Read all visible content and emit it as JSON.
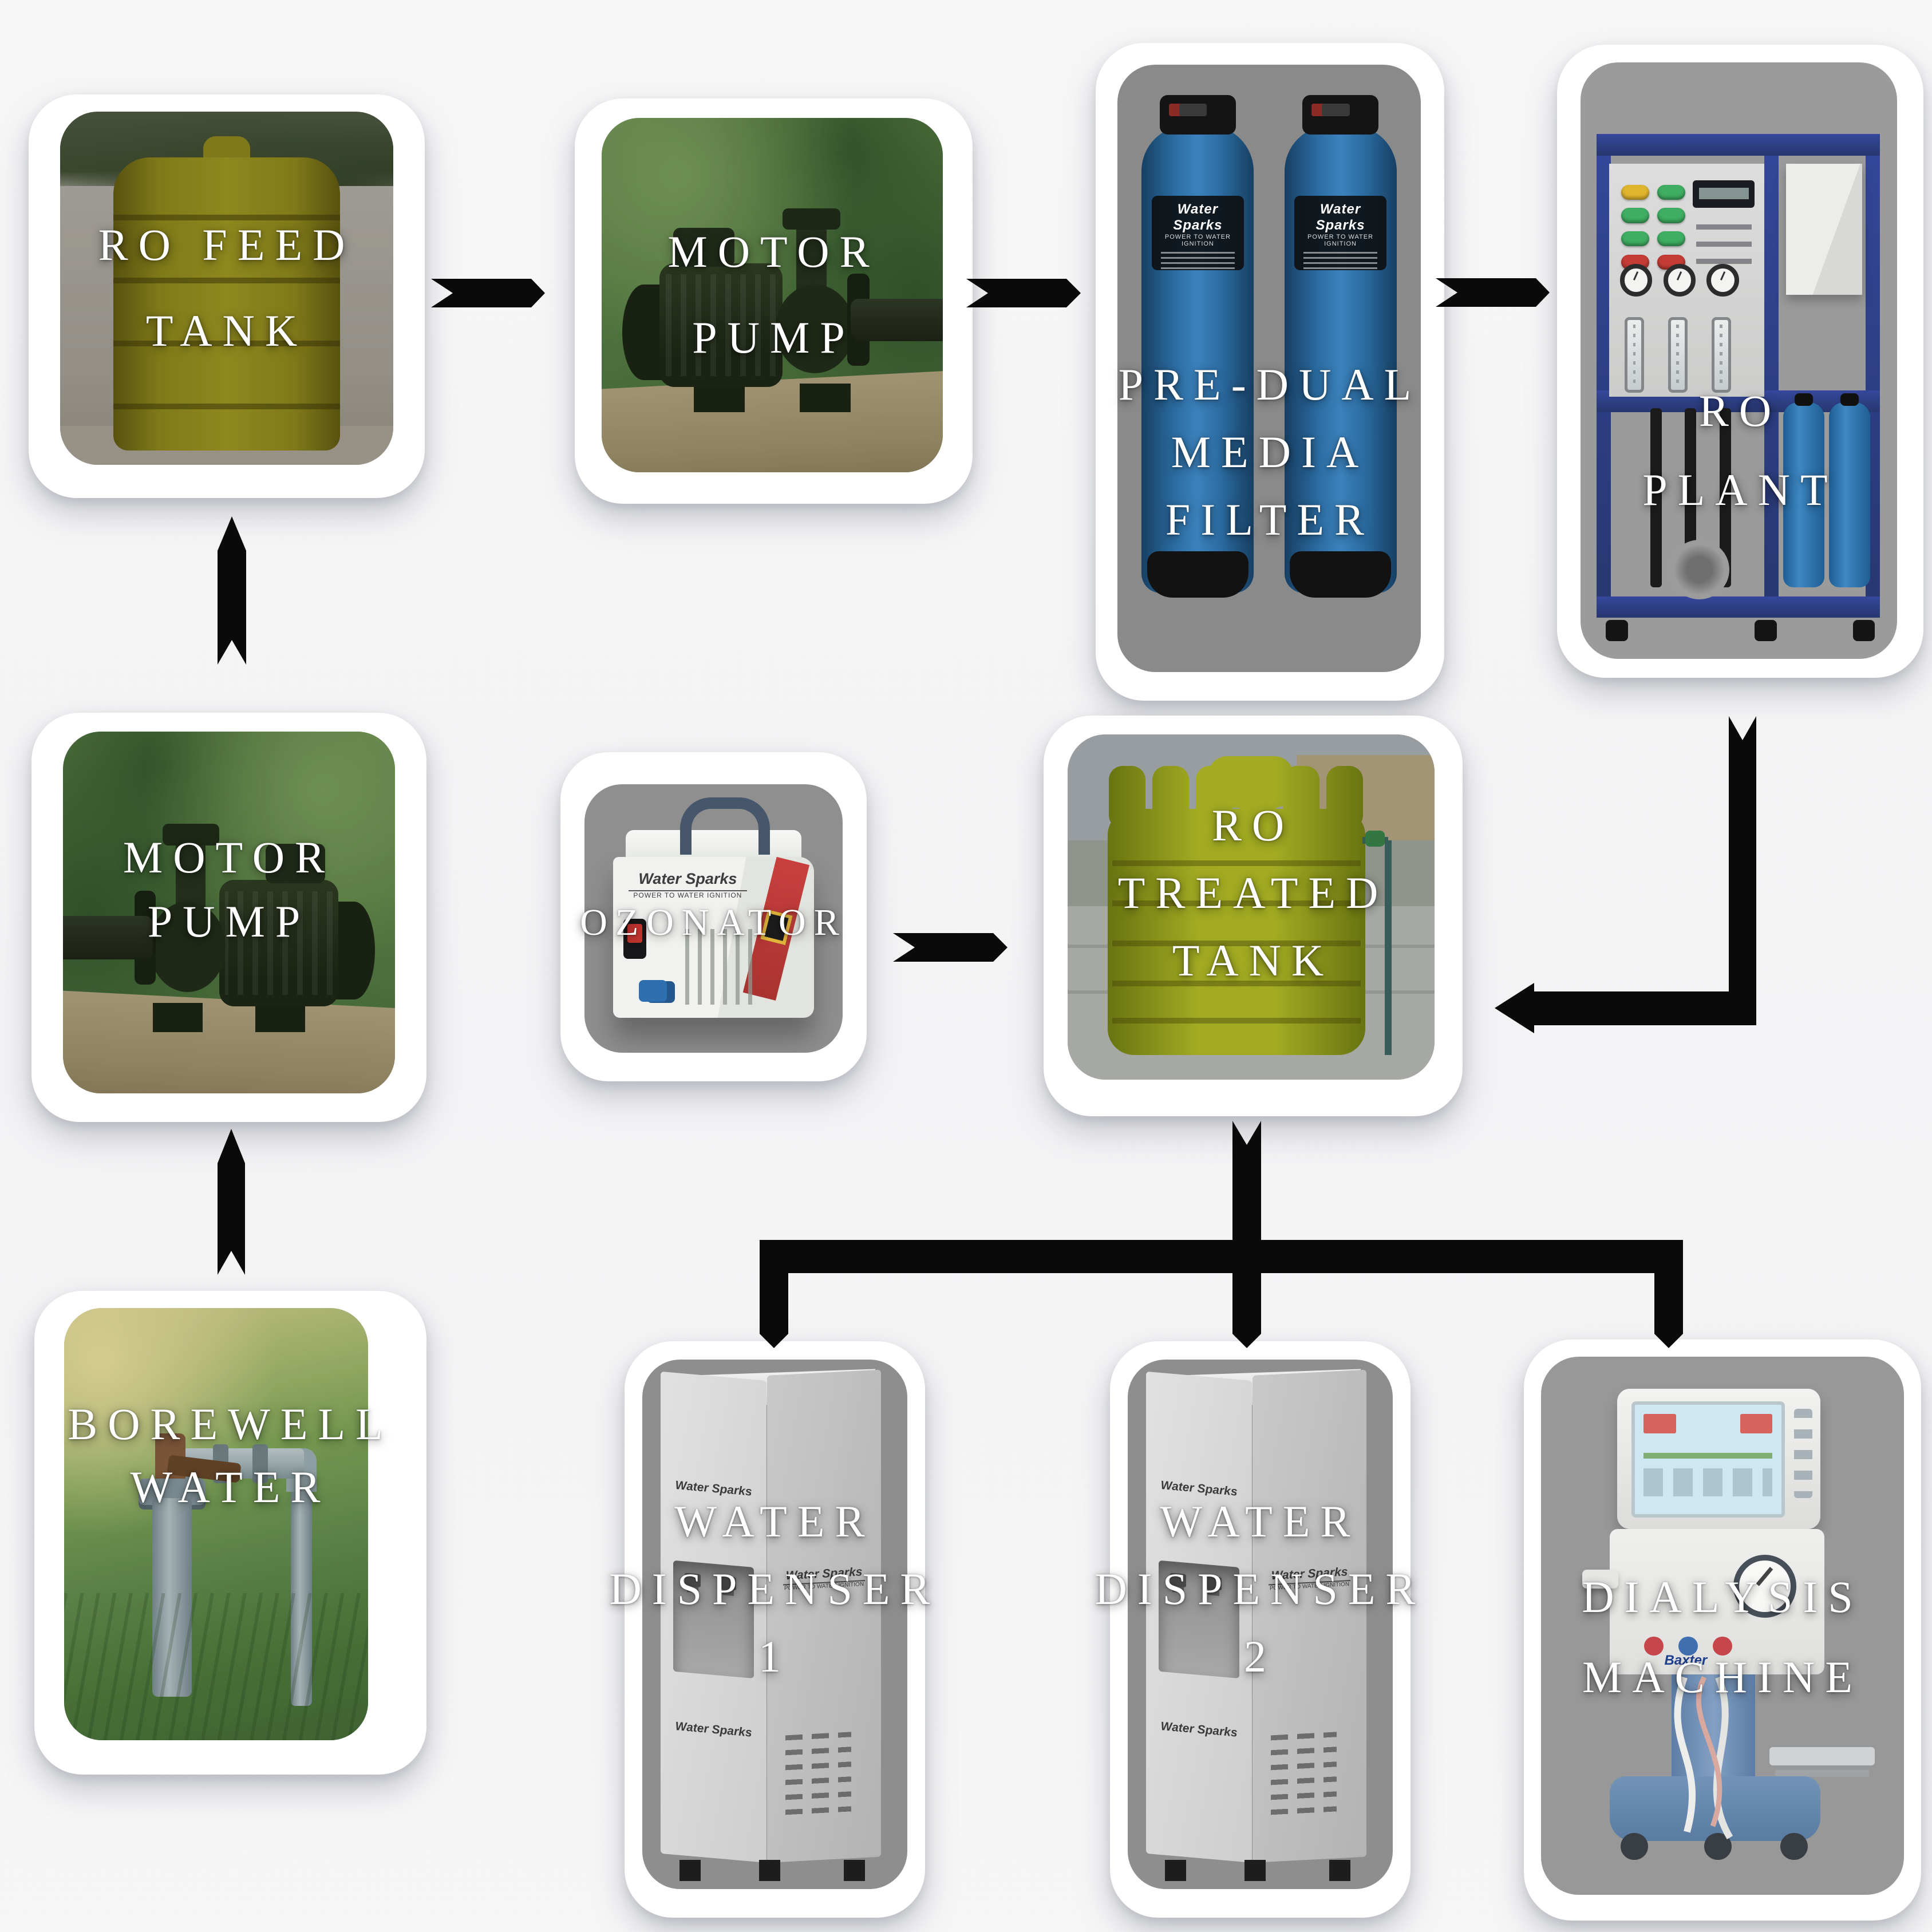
{
  "diagram": {
    "background_color": "#f6f6f7",
    "arrow_color": "#0a0a0a",
    "label_color": "#ffffff",
    "brand": {
      "name": "Water Sparks",
      "tagline": "POWER TO WATER IGNITION"
    },
    "dialysis_brand": "Baxter",
    "nodes": [
      {
        "id": "ro-feed-tank",
        "lines": [
          "RO FEED",
          "TANK"
        ]
      },
      {
        "id": "motor-pump-1",
        "lines": [
          "MOTOR",
          "PUMP"
        ]
      },
      {
        "id": "pre-dual-media-filter",
        "lines": [
          "PRE-DUAL",
          "MEDIA",
          "FILTER"
        ]
      },
      {
        "id": "ro-plant",
        "lines": [
          "RO",
          "PLANT"
        ]
      },
      {
        "id": "motor-pump-2",
        "lines": [
          "MOTOR",
          "PUMP"
        ]
      },
      {
        "id": "ozonator",
        "lines": [
          "OZONATOR"
        ]
      },
      {
        "id": "ro-treated-tank",
        "lines": [
          "RO",
          "TREATED",
          "TANK"
        ]
      },
      {
        "id": "borewell-water",
        "lines": [
          "BOREWELL",
          "WATER"
        ]
      },
      {
        "id": "water-dispenser-1",
        "lines": [
          "WATER",
          "DISPENSER",
          "1"
        ]
      },
      {
        "id": "water-dispenser-2",
        "lines": [
          "WATER",
          "DISPENSER",
          "2"
        ]
      },
      {
        "id": "dialysis-machine",
        "lines": [
          "DIALYSIS",
          "MACHINE"
        ]
      }
    ],
    "edges": [
      {
        "from": "borewell-water",
        "to": "motor-pump-2"
      },
      {
        "from": "motor-pump-2",
        "to": "ro-feed-tank"
      },
      {
        "from": "ro-feed-tank",
        "to": "motor-pump-1"
      },
      {
        "from": "motor-pump-1",
        "to": "pre-dual-media-filter"
      },
      {
        "from": "pre-dual-media-filter",
        "to": "ro-plant"
      },
      {
        "from": "ro-plant",
        "to": "ro-treated-tank"
      },
      {
        "from": "ozonator",
        "to": "ro-treated-tank"
      },
      {
        "from": "ro-treated-tank",
        "to": "water-dispenser-1"
      },
      {
        "from": "ro-treated-tank",
        "to": "water-dispenser-2"
      },
      {
        "from": "ro-treated-tank",
        "to": "dialysis-machine"
      }
    ]
  }
}
